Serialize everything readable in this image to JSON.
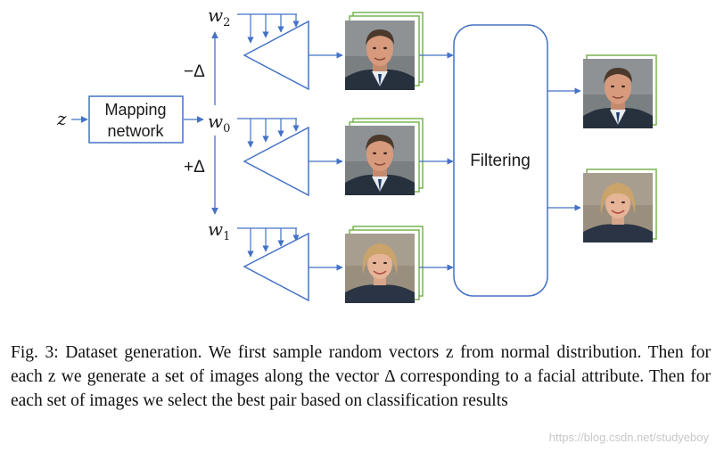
{
  "diagram": {
    "z_label": "z",
    "mapping_label_line1": "Mapping",
    "mapping_label_line2": "network",
    "w2_label": "w",
    "w2_sub": "2",
    "w0_label": "w",
    "w0_sub": "0",
    "w1_label": "w",
    "w1_sub": "1",
    "minus_delta_label": "−Δ",
    "plus_delta_label": "+Δ",
    "filtering_label": "Filtering",
    "colors": {
      "arrow": "#4472c4",
      "box_border": "#4472c4",
      "stack_border": "#70ad47",
      "text": "#1a1a1a"
    },
    "icons": {
      "generator": "triangle-generator-icon",
      "face_male": "male-face-thumbnail",
      "face_female": "female-face-thumbnail"
    }
  },
  "caption": {
    "text": "Fig. 3: Dataset generation. We first sample random vectors z from normal distribution. Then for each z we generate a set of images along the vector Δ corresponding to a facial attribute. Then for each set of images we select the best pair based on classification results"
  },
  "watermark": "https://blog.csdn.net/studyeboy"
}
